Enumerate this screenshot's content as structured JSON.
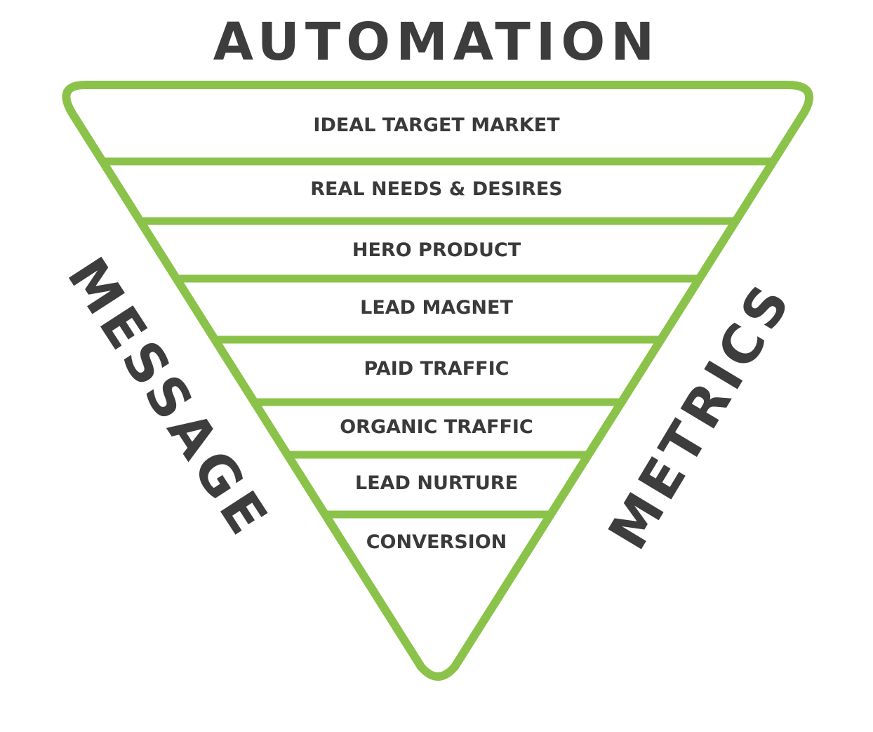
{
  "diagram": {
    "title": "AUTOMATION",
    "left_label": "MESSAGE",
    "right_label": "METRICS",
    "stages": [
      "IDEAL TARGET MARKET",
      "REAL NEEDS & DESIRES",
      "HERO PRODUCT",
      "LEAD MAGNET",
      "PAID TRAFFIC",
      "ORGANIC TRAFFIC",
      "LEAD NURTURE",
      "CONVERSION"
    ],
    "colors": {
      "funnel_stroke": "#8bc34a",
      "text": "#3d3d3d",
      "background": "#ffffff"
    }
  }
}
